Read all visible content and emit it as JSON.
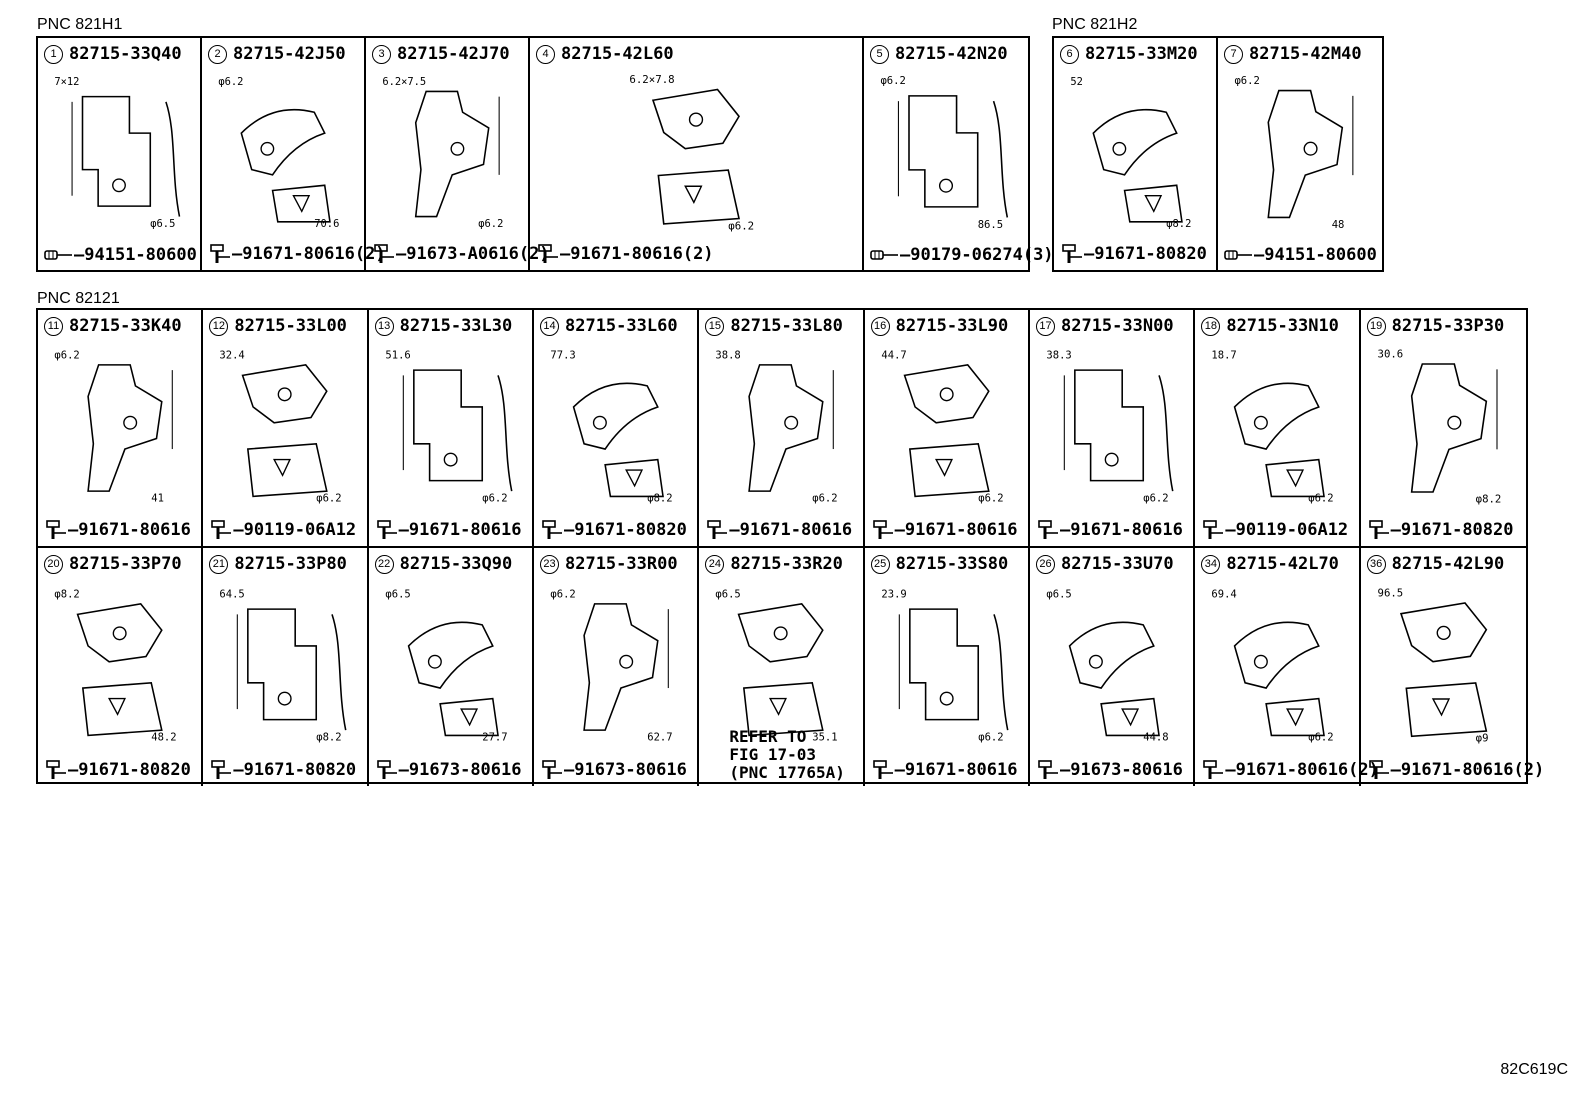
{
  "groups": [
    {
      "label": "PNC 821H1"
    },
    {
      "label": "PNC 821H2"
    },
    {
      "label": "PNC 82121"
    }
  ],
  "row1a": [
    {
      "num": "1",
      "part": "82715-33Q40",
      "fastener": "94151-80600",
      "fastener_icon": "clip-icon",
      "dims": [
        "7×12",
        "φ6.5"
      ]
    },
    {
      "num": "2",
      "part": "82715-42J50",
      "fastener": "91671-80616(2)",
      "fastener_icon": "bolt-icon",
      "dims": [
        "φ6.2",
        "70.6"
      ]
    },
    {
      "num": "3",
      "part": "82715-42J70",
      "fastener": "91673-A0616(2)",
      "fastener_icon": "bolt-icon",
      "dims": [
        "6.2×7.5",
        "φ6.2"
      ]
    },
    {
      "num": "4",
      "part": "82715-42L60",
      "fastener": "91671-80616(2)",
      "fastener_icon": "bolt-icon",
      "dims": [
        "6.2×7.8",
        "φ6.2"
      ]
    },
    {
      "num": "5",
      "part": "82715-42N20",
      "fastener": "90179-06274(3)",
      "fastener_icon": "clip-icon",
      "dims": [
        "φ6.2",
        "86.5"
      ]
    }
  ],
  "row1b": [
    {
      "num": "6",
      "part": "82715-33M20",
      "fastener": "91671-80820",
      "fastener_icon": "bolt-icon",
      "dims": [
        "52",
        "φ8.2"
      ]
    },
    {
      "num": "7",
      "part": "82715-42M40",
      "fastener": "94151-80600",
      "fastener_icon": "clip-icon",
      "dims": [
        "φ6.2",
        "48"
      ]
    }
  ],
  "row2": [
    {
      "num": "11",
      "part": "82715-33K40",
      "fastener": "91671-80616",
      "dims": [
        "φ6.2",
        "41"
      ]
    },
    {
      "num": "12",
      "part": "82715-33L00",
      "fastener": "90119-06A12",
      "dims": [
        "32.4",
        "φ6.2"
      ]
    },
    {
      "num": "13",
      "part": "82715-33L30",
      "fastener": "91671-80616",
      "dims": [
        "51.6",
        "φ6.2"
      ]
    },
    {
      "num": "14",
      "part": "82715-33L60",
      "fastener": "91671-80820",
      "dims": [
        "77.3",
        "φ8.2"
      ]
    },
    {
      "num": "15",
      "part": "82715-33L80",
      "fastener": "91671-80616",
      "dims": [
        "38.8",
        "φ6.2"
      ]
    },
    {
      "num": "16",
      "part": "82715-33L90",
      "fastener": "91671-80616",
      "dims": [
        "44.7",
        "φ6.2"
      ]
    },
    {
      "num": "17",
      "part": "82715-33N00",
      "fastener": "91671-80616",
      "dims": [
        "38.3",
        "φ6.2"
      ]
    },
    {
      "num": "18",
      "part": "82715-33N10",
      "fastener": "90119-06A12",
      "dims": [
        "18.7",
        "φ6.2"
      ]
    },
    {
      "num": "19",
      "part": "82715-33P30",
      "fastener": "91671-80820",
      "dims": [
        "30.6",
        "φ8.2"
      ]
    }
  ],
  "row3": [
    {
      "num": "20",
      "part": "82715-33P70",
      "fastener": "91671-80820",
      "dims": [
        "φ8.2",
        "48.2"
      ]
    },
    {
      "num": "21",
      "part": "82715-33P80",
      "fastener": "91671-80820",
      "dims": [
        "64.5",
        "φ8.2"
      ]
    },
    {
      "num": "22",
      "part": "82715-33Q90",
      "fastener": "91673-80616",
      "dims": [
        "φ6.5",
        "27.7"
      ]
    },
    {
      "num": "23",
      "part": "82715-33R00",
      "fastener": "91673-80616",
      "dims": [
        "φ6.2",
        "62.7"
      ]
    },
    {
      "num": "24",
      "part": "82715-33R20",
      "fastener": "",
      "dims": [
        "φ6.5",
        "35.1"
      ]
    },
    {
      "num": "25",
      "part": "82715-33S80",
      "fastener": "91671-80616",
      "dims": [
        "23.9",
        "φ6.2"
      ]
    },
    {
      "num": "26",
      "part": "82715-33U70",
      "fastener": "91673-80616",
      "dims": [
        "φ6.5",
        "44.8"
      ]
    },
    {
      "num": "34",
      "part": "82715-42L70",
      "fastener": "91671-80616(2)",
      "dims": [
        "69.4",
        "φ6.2"
      ]
    },
    {
      "num": "36",
      "part": "82715-42L90",
      "fastener": "91671-80616(2)",
      "dims": [
        "96.5",
        "φ9"
      ]
    }
  ],
  "refer_note": [
    "REFER TO",
    "FIG 17-03",
    "(PNC 17765A)"
  ],
  "figure_code": "82C619C"
}
